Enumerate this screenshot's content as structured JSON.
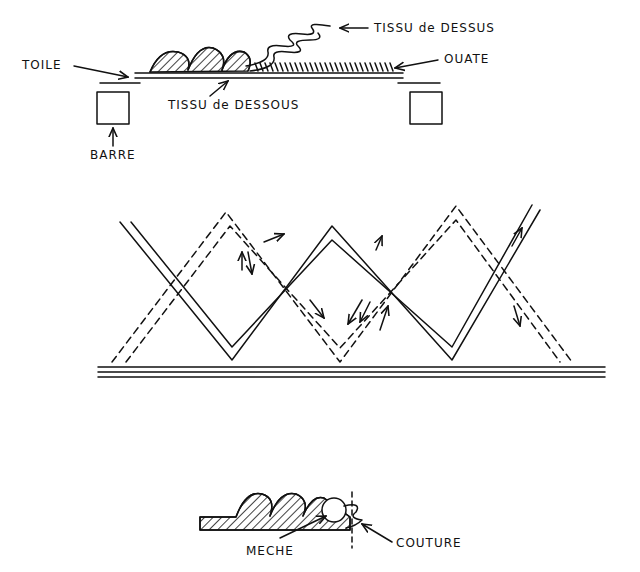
{
  "diagram": {
    "labels": [
      "TISSU de DESSUS",
      "TOILE",
      "OUATE",
      "TISSU de DESSOUS",
      "BARRE",
      "MECHE",
      "COUTURE"
    ]
  }
}
